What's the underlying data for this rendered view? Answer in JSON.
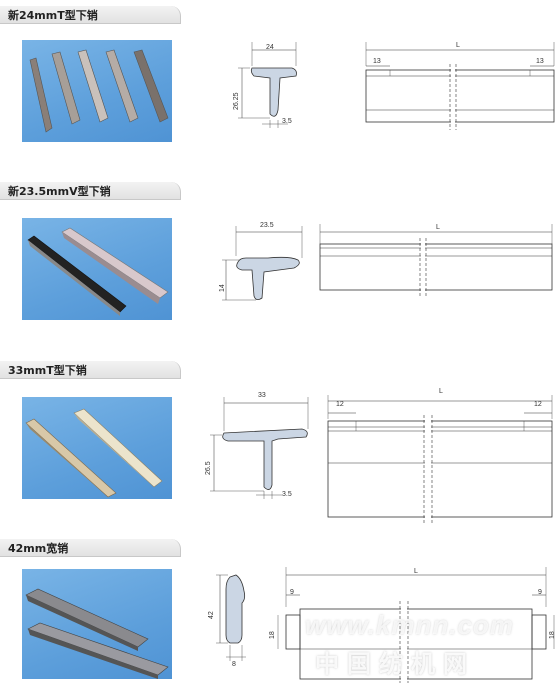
{
  "sections": [
    {
      "title": "新24mmT型下销",
      "profile_dims": {
        "width": "24",
        "height": "26.25",
        "thickness": "3.5"
      },
      "length_dims": {
        "length": "L",
        "left_offset": "13",
        "right_offset": "13"
      }
    },
    {
      "title": "新23.5mmV型下销",
      "profile_dims": {
        "width": "23.5",
        "height": "14"
      },
      "length_dims": {
        "length": "L"
      }
    },
    {
      "title": "33mmT型下销",
      "profile_dims": {
        "width": "33",
        "height": "26.5",
        "thickness": "3.5"
      },
      "length_dims": {
        "length": "L",
        "left_offset": "12",
        "right_offset": "12"
      }
    },
    {
      "title": "42mm宽销",
      "profile_dims": {
        "height": "42",
        "thickness": "8"
      },
      "length_dims": {
        "length": "L",
        "left_offset": "9",
        "right_offset": "9",
        "left_height": "18",
        "right_height": "18"
      }
    }
  ],
  "watermark": {
    "url": "www.kmnn.com",
    "name": "中国纺机网"
  }
}
